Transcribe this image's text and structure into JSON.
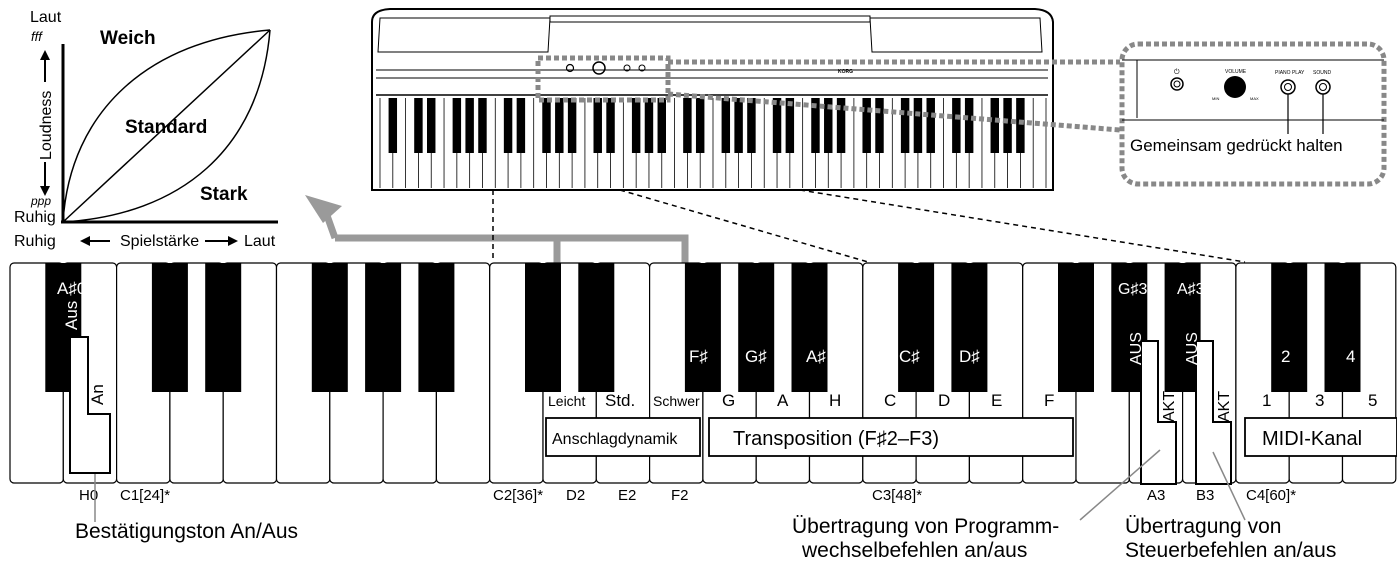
{
  "curve": {
    "y_top": "Laut",
    "y_top_mark": "fff",
    "y_bottom_mark": "ppp",
    "y_axis": "Loudness",
    "origin": "Ruhig",
    "x_left": "Ruhig",
    "x_axis": "Spielstärke",
    "x_right": "Laut",
    "curve_soft": "Weich",
    "curve_standard": "Standard",
    "curve_hard": "Stark"
  },
  "panel": {
    "hint": "Gemeinsam gedrückt halten",
    "brand": "KORG",
    "volume": "VOLUME",
    "min": "MIN",
    "max": "MAX",
    "piano_play": "PIANO PLAY",
    "sound": "SOUND"
  },
  "black_keys": {
    "a0": "A♯0",
    "aus": "Aus",
    "fs2": "F♯",
    "gs2": "G♯",
    "as2": "A♯",
    "cs3": "C♯",
    "ds3": "D♯",
    "gs3": "G♯3",
    "as3": "A♯3",
    "aus_gs3": "AUS",
    "aus_as3": "AUS",
    "ch2": "2",
    "ch4": "4"
  },
  "white_keys": {
    "an": "An",
    "leicht": "Leicht",
    "std": "Std.",
    "schwer": "Schwer",
    "g": "G",
    "a": "A",
    "h": "H",
    "c": "C",
    "d": "D",
    "e": "E",
    "f": "F",
    "akt_a3": "AKT",
    "akt_b3": "AKT",
    "ch1": "1",
    "ch3": "3",
    "ch5": "5"
  },
  "boxes": {
    "velocity": "Anschlagdynamik",
    "transpose": "Transposition (F♯2–F3)",
    "midi": "MIDI-Kanal"
  },
  "note_labels": {
    "h0": "H0",
    "c1": "C1[24]*",
    "c2": "C2[36]*",
    "d2": "D2",
    "e2": "E2",
    "f2": "F2",
    "c3": "C3[48]*",
    "a3": "A3",
    "b3": "B3",
    "c4": "C4[60]*"
  },
  "captions": {
    "beep": "Bestätigungston An/Aus",
    "program_1": "Übertragung von Programm-",
    "program_2": "wechselbefehlen an/aus",
    "control_1": "Übertragung von",
    "control_2": "Steuerbefehlen an/aus"
  }
}
